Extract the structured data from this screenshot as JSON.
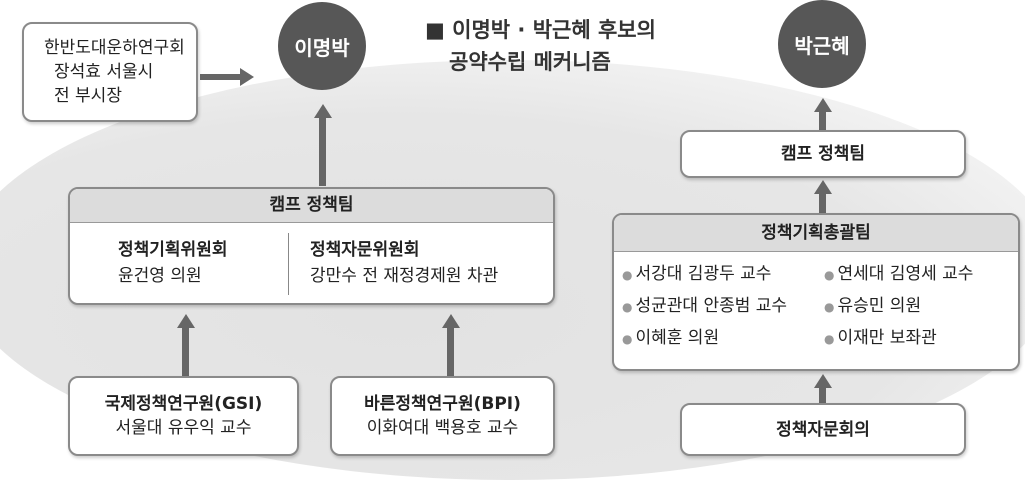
{
  "title": {
    "bullet": "■",
    "line1": "이명박 · 박근혜 후보의",
    "line2": "공약수립 메커니즘"
  },
  "left": {
    "candidate": "이명박",
    "advisor": {
      "line1": "한반도대운하연구회",
      "line2": "장석효 서울시",
      "line3": "전 부시장"
    },
    "camp": {
      "header": "캠프 정책팀",
      "col1": {
        "name": "정책기획위원회",
        "person": "윤건영 의원"
      },
      "col2": {
        "name": "정책자문위원회",
        "person": "강만수 전 재정경제원 차관"
      }
    },
    "institutes": [
      {
        "name": "국제정책연구원(GSI)",
        "person": "서울대 유우익 교수"
      },
      {
        "name": "바른정책연구원(BPI)",
        "person": "이화여대 백용호 교수"
      }
    ]
  },
  "right": {
    "candidate": "박근혜",
    "camp": "캠프 정책팀",
    "team": {
      "header": "정책기획총괄팀",
      "members": [
        "서강대 김광두 교수",
        "연세대 김영세 교수",
        "성균관대 안종범 교수",
        "유승민 의원",
        "이혜훈 의원",
        "이재만 보좌관"
      ]
    },
    "council": "정책자문회의"
  }
}
